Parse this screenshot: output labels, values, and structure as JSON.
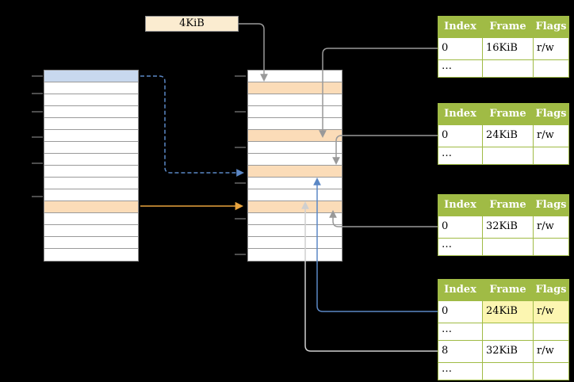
{
  "colors": {
    "bg": "#000000",
    "table-green": "#a0bb45",
    "row-orange": "#fbdcb8",
    "row-blue": "#c8d8ee",
    "box-cream": "#fbecd0",
    "highlight-yellow": "#fcf6b1",
    "arrow-gray": "#999999",
    "arrow-blue": "#5b87c5",
    "arrow-orange": "#e8a33d",
    "arrow-light": "#cfcfcf"
  },
  "page_box": {
    "label": "4KiB"
  },
  "page_tables": [
    {
      "headers": [
        "Index",
        "Frame",
        "Flags"
      ],
      "rows": [
        [
          "0",
          "16KiB",
          "r/w"
        ],
        [
          "…",
          "",
          ""
        ]
      ]
    },
    {
      "headers": [
        "Index",
        "Frame",
        "Flags"
      ],
      "rows": [
        [
          "0",
          "24KiB",
          "r/w"
        ],
        [
          "…",
          "",
          ""
        ]
      ]
    },
    {
      "headers": [
        "Index",
        "Frame",
        "Flags"
      ],
      "rows": [
        [
          "0",
          "32KiB",
          "r/w"
        ],
        [
          "…",
          "",
          ""
        ]
      ]
    },
    {
      "headers": [
        "Index",
        "Frame",
        "Flags"
      ],
      "rows": [
        [
          "0",
          "24KiB",
          "r/w"
        ],
        [
          "…",
          "",
          ""
        ],
        [
          "8",
          "32KiB",
          "r/w"
        ],
        [
          "…",
          "",
          ""
        ]
      ]
    }
  ]
}
